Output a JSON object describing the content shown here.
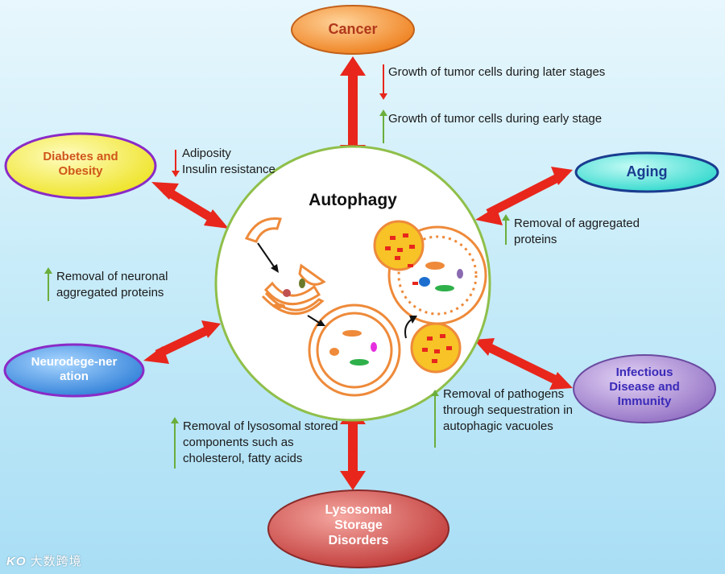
{
  "center": {
    "title": "Autophagy"
  },
  "nodes": {
    "cancer": "Cancer",
    "diabetes": "Diabetes and Obesity",
    "aging": "Aging",
    "neuro": "Neurodege-neration",
    "infectious": "Infectious Disease and Immunity",
    "lysosomal": "Lysosomal Storage Disorders"
  },
  "notes": {
    "cancer_down": "Growth of tumor cells during later stages",
    "cancer_up": "Growth of tumor cells during early stage",
    "diabetes_line1": "Adiposity",
    "diabetes_line2": "Insulin resistance",
    "aging": "Removal of aggregated proteins",
    "neuro": "Removal of neuronal aggregated proteins",
    "lysosomal": "Removal of lysosomal stored components such as cholesterol, fatty acids",
    "infectious": "Removal of pathogens through sequestration in autophagic vacuoles"
  },
  "colors": {
    "arrow": "#e8261c",
    "up_arrow": "#6bae3c",
    "down_arrow": "#e8261c",
    "cancer_fill": "#f08a2a",
    "diabetes_fill": "#f4ee2e",
    "aging_fill": "#3fe0d4",
    "neuro_fill": "#3f8fe0",
    "infectious_fill": "#9a78c8",
    "lysosomal_fill": "#c94444"
  },
  "watermark": {
    "logo": "KO",
    "text": "大数跨境"
  }
}
